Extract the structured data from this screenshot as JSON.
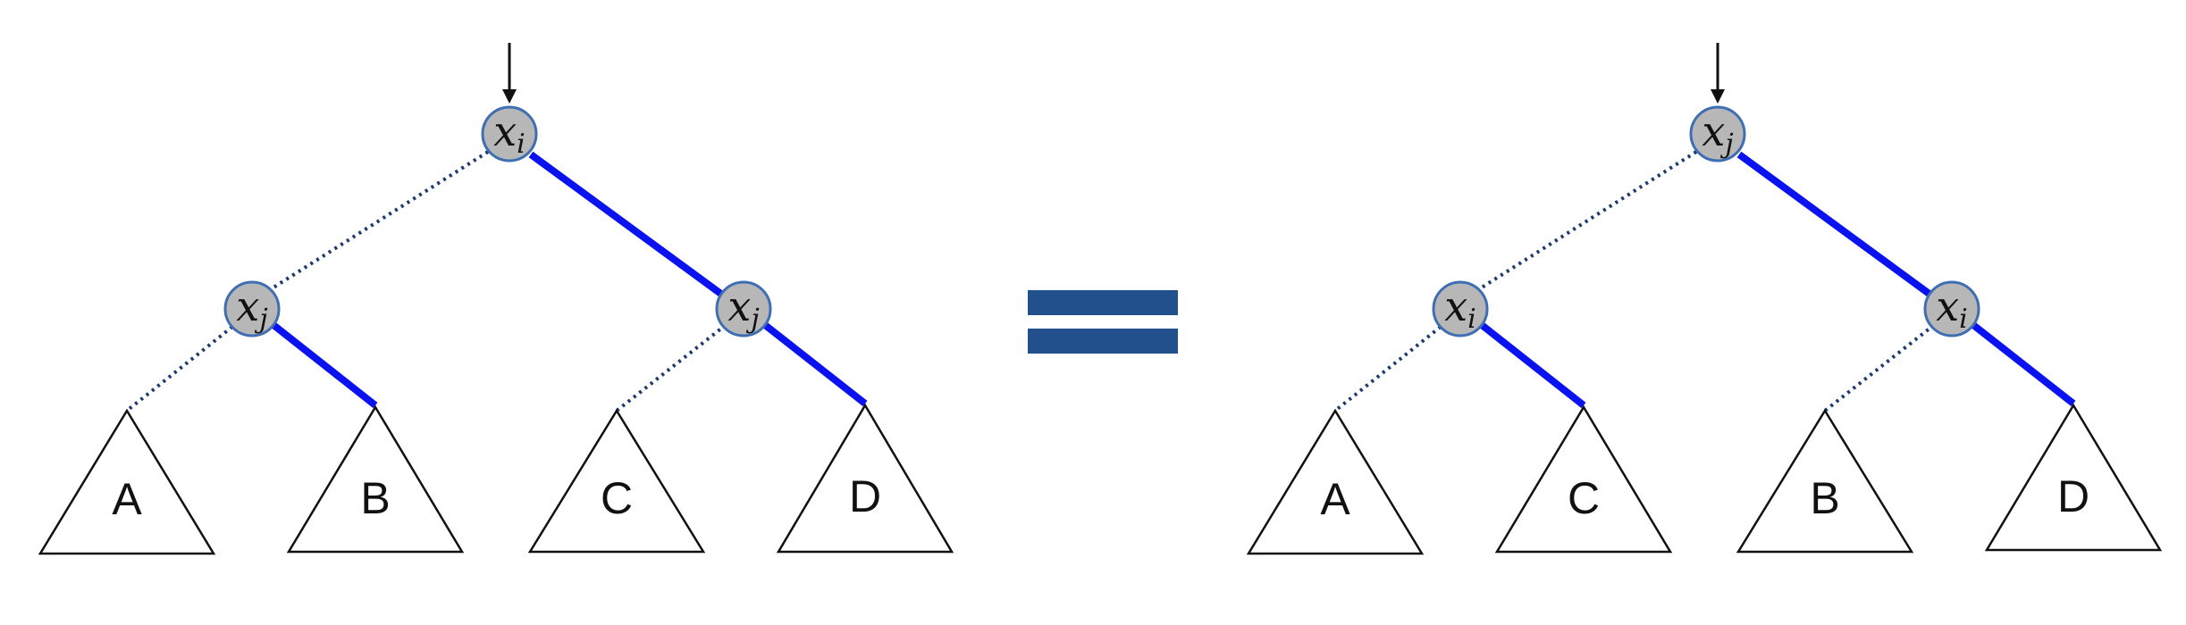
{
  "diagram": {
    "colors": {
      "solid_edge": "#0a12f0",
      "dotted_edge": "#1f3b6e",
      "node_fill": "#b7b7b7",
      "node_border": "#3f6fb2",
      "equals_sign": "#22508c"
    },
    "left_tree": {
      "root": {
        "var": "x",
        "sub": "i"
      },
      "left_child": {
        "var": "x",
        "sub": "j"
      },
      "right_child": {
        "var": "x",
        "sub": "j"
      },
      "leaves": [
        "A",
        "B",
        "C",
        "D"
      ]
    },
    "equals_symbol": "equals-sign",
    "right_tree": {
      "root": {
        "var": "x",
        "sub": "j"
      },
      "left_child": {
        "var": "x",
        "sub": "i"
      },
      "right_child": {
        "var": "x",
        "sub": "i"
      },
      "leaves": [
        "A",
        "C",
        "B",
        "D"
      ]
    }
  }
}
